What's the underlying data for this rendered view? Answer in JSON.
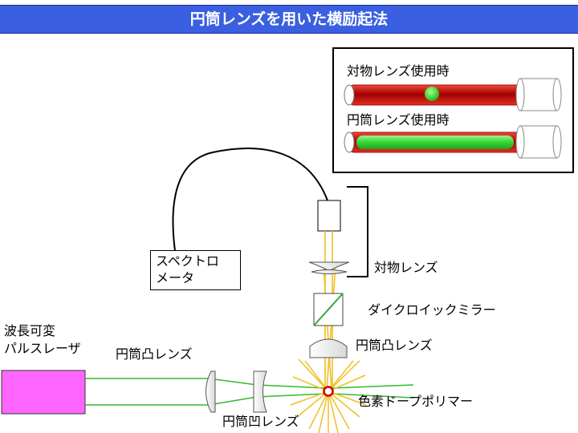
{
  "title": "円筒レンズを用いた横励起法",
  "inset": {
    "label_objective": "対物レンズ使用時",
    "label_cylindrical": "円筒レンズ使用時"
  },
  "spectrometer": {
    "line1": "スペクトロ",
    "line2": "メータ"
  },
  "laser": {
    "line1": "波長可変",
    "line2": "パルスレーザ"
  },
  "labels": {
    "objective_lens": "対物レンズ",
    "dichroic_mirror": "ダイクロイックミラー",
    "convex_cyl_lens_top": "円筒凸レンズ",
    "convex_cyl_lens_left": "円筒凸レンズ",
    "concave_cyl_lens": "円筒凹レンズ",
    "dye_polymer": "色素ドープポリマー"
  },
  "colors": {
    "title_bg": "#3a5fe0",
    "laser_body": "#ff66ff",
    "beam_green": "#33b833",
    "emission_yellow": "#f0c020",
    "fiber_red": "#cc0000",
    "emission_green": "#33dd33"
  }
}
